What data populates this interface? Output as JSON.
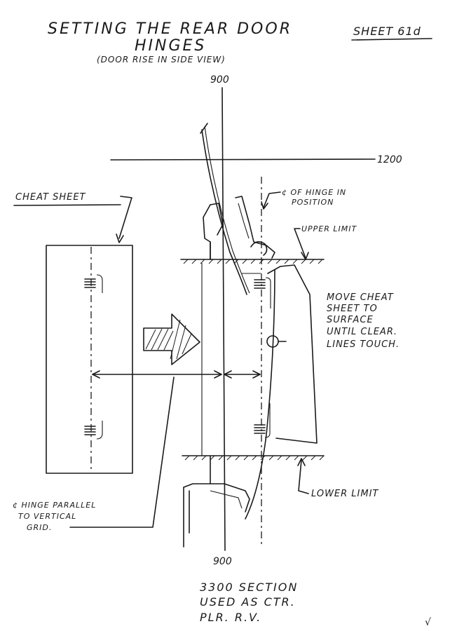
{
  "header": {
    "title_line1": "SETTING THE REAR DOOR",
    "title_line2": "HINGES",
    "subtitle": "(DOOR RISE IN SIDE VIEW)",
    "sheet_label": "SHEET 61d"
  },
  "grid": {
    "vertical_top": "900",
    "vertical_bottom": "900",
    "horizontal": "1200"
  },
  "labels": {
    "cheat_sheet": "CHEAT SHEET",
    "hinge_centerline": [
      "¢ OF HINGE IN",
      "POSITION"
    ],
    "upper_limit": "UPPER LIMIT",
    "lower_limit": "LOWER LIMIT",
    "move_instruction": [
      "MOVE CHEAT",
      "SHEET TO",
      "SURFACE",
      "UNTIL CLEAR.",
      "LINES TOUCH."
    ],
    "parallel_note": [
      "¢ HINGE PARALLEL",
      "TO VERTICAL",
      "GRID."
    ]
  },
  "footer": {
    "lines": [
      "3300 SECTION",
      "USED AS CTR.",
      "PLR. R.V."
    ],
    "checkmark": "√"
  },
  "colors": {
    "ink": "#1a1a1a",
    "paper": "#ffffff"
  }
}
